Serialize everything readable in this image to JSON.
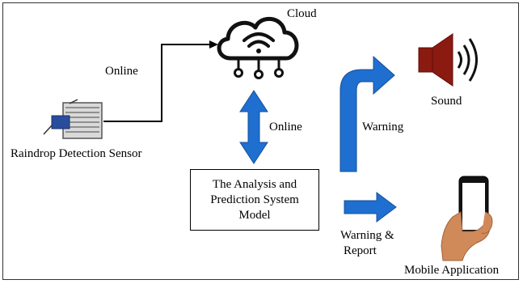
{
  "nodes": {
    "sensor_label": "Raindrop Detection Sensor",
    "cloud_label": "Cloud",
    "sound_label": "Sound",
    "mobile_label": "Mobile Application",
    "model_lines": [
      "The Analysis and",
      "Prediction System",
      "Model"
    ]
  },
  "edges": {
    "sensor_to_cloud": "Online",
    "cloud_to_model": "Online",
    "model_to_sound": "Warning",
    "model_to_mobile_lines": [
      "Warning &",
      "Report"
    ]
  },
  "colors": {
    "arrow_blue": "#1f6fd1",
    "speaker_red": "#8b1a10",
    "icon_dark": "#111111",
    "skin": "#d08a5a"
  },
  "icons": [
    "wifi-cloud-icon",
    "rain-sensor-icon",
    "speaker-icon",
    "smartphone-hand-icon"
  ]
}
